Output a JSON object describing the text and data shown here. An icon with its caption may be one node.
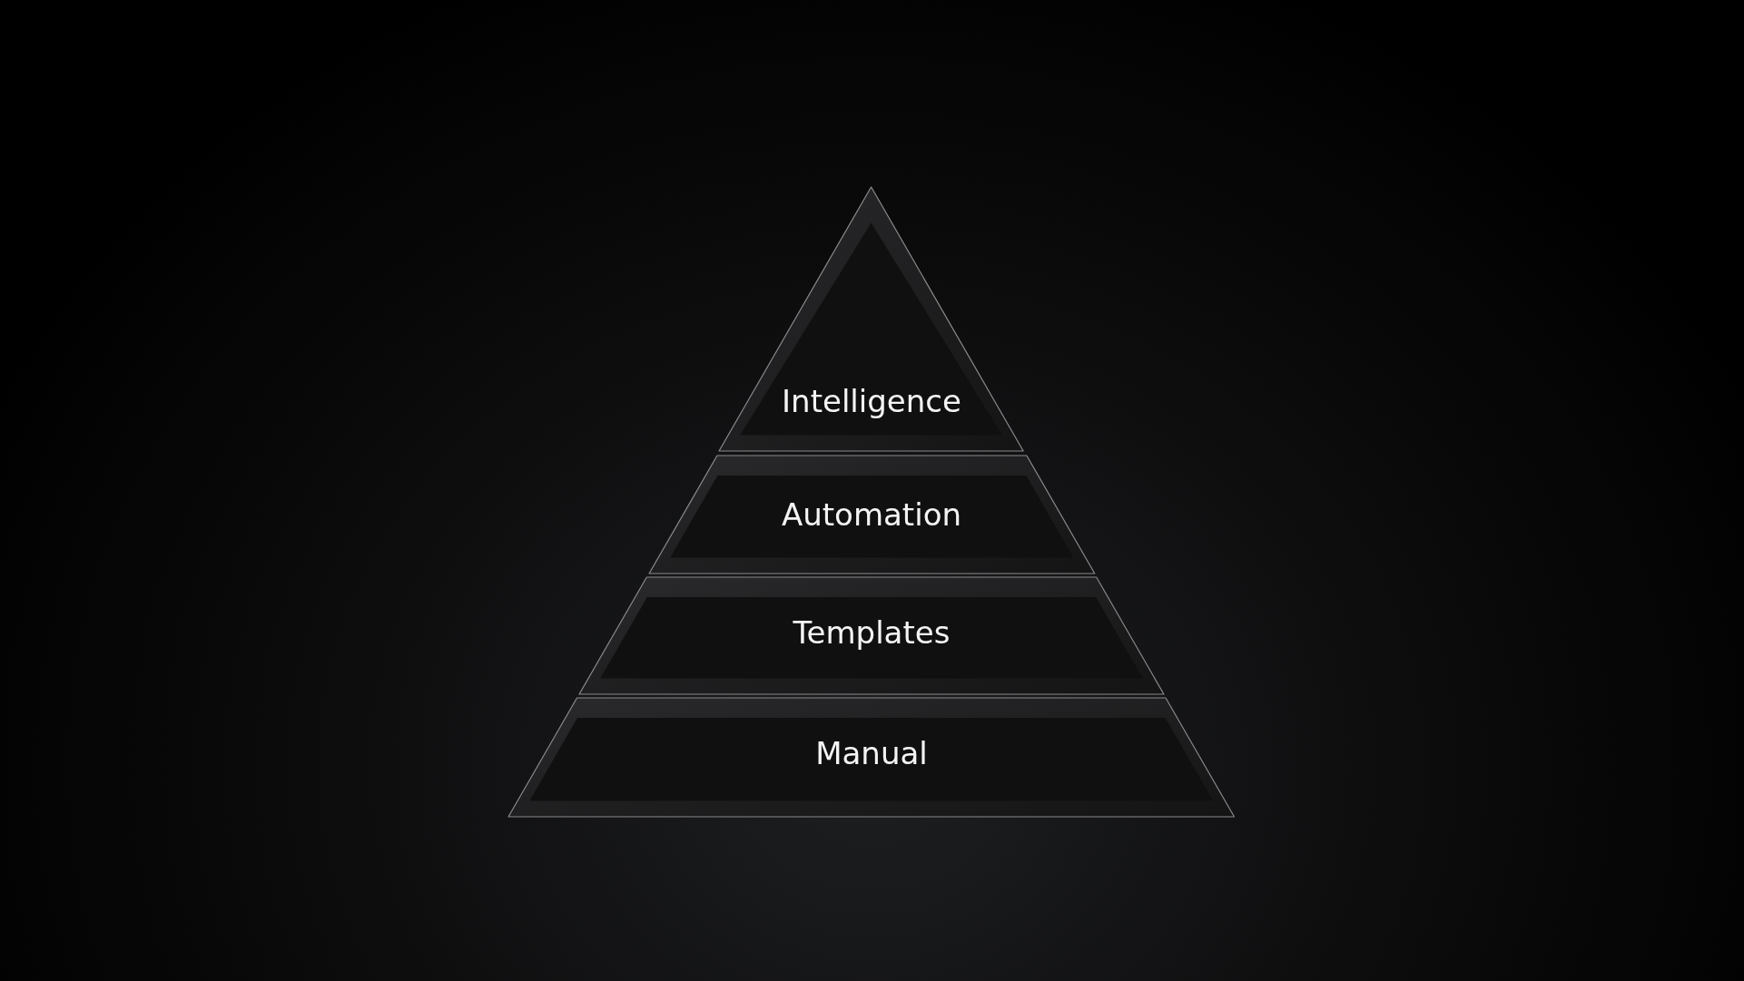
{
  "diagram": {
    "nodes": [
      {
        "text": [
          "Intelligence"
        ]
      },
      {
        "text": [
          "Automation"
        ]
      },
      {
        "text": [
          "Templates"
        ]
      },
      {
        "text": [
          "Manual"
        ]
      }
    ]
  }
}
